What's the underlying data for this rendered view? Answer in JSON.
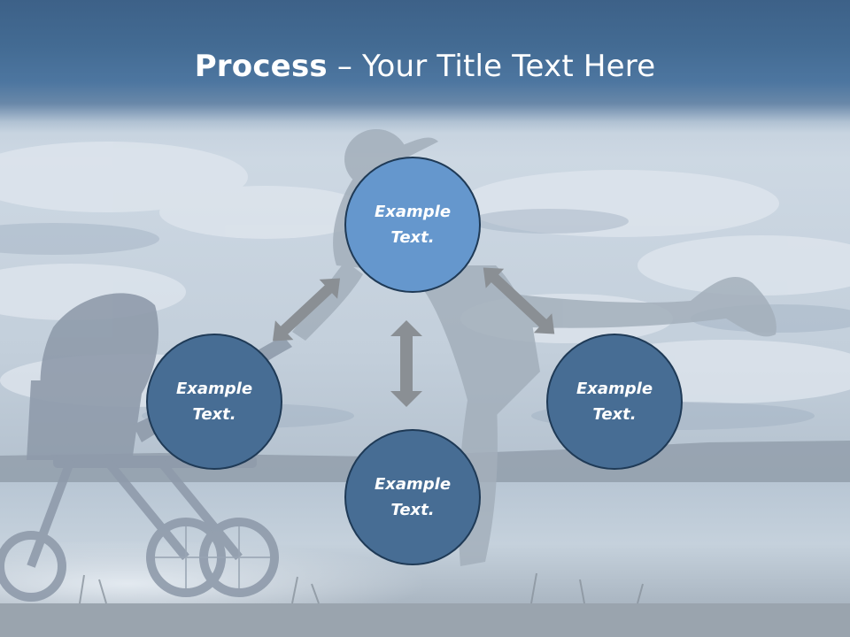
{
  "title": {
    "bold": "Process",
    "rest": " – Your Title Text Here"
  },
  "circles": {
    "top": {
      "line1": "Example",
      "line2": "Text."
    },
    "left": {
      "line1": "Example",
      "line2": "Text."
    },
    "right": {
      "line1": "Example",
      "line2": "Text."
    },
    "bottom": {
      "line1": "Example",
      "line2": "Text."
    }
  },
  "colors": {
    "title_band": "#436b93",
    "circle_dark": "#476d94",
    "circle_highlight": "#6597cd",
    "circle_border": "#1f3a56",
    "arrow": "#8a8f94"
  },
  "icons": {
    "arrows": [
      "double-arrow-icon",
      "double-arrow-icon",
      "double-arrow-icon"
    ]
  }
}
